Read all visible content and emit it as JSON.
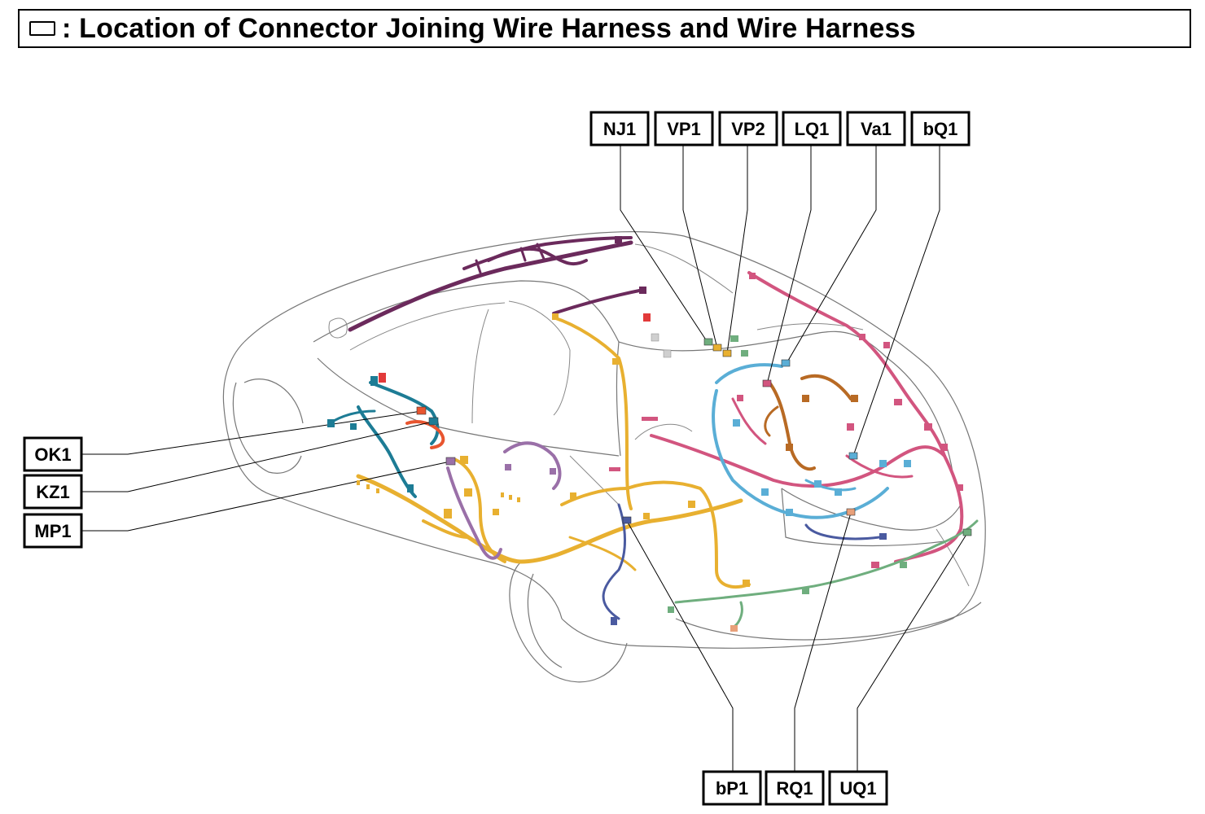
{
  "header": {
    "title": ": Location of Connector Joining Wire Harness and Wire Harness",
    "legend_symbol": "connector-box-symbol"
  },
  "connectors": {
    "NJ1": "NJ1",
    "VP1": "VP1",
    "VP2": "VP2",
    "LQ1": "LQ1",
    "Va1": "Va1",
    "bQ1": "bQ1",
    "OK1": "OK1",
    "KZ1": "KZ1",
    "MP1": "MP1",
    "bP1": "bP1",
    "RQ1": "RQ1",
    "UQ1": "UQ1"
  },
  "harness_colors": {
    "roof": "#6b2a5c",
    "floor": "#e8b030",
    "front_door": "#1d7c95",
    "rear_door": "#9a70a8",
    "luggage": "#d2557f",
    "back_door": "#5aaed6",
    "spoiler": "#b86a24",
    "bumper": "#6fae7e",
    "rear_wheel": "#4a5aa0",
    "front_door_connector": "#e8552f"
  }
}
